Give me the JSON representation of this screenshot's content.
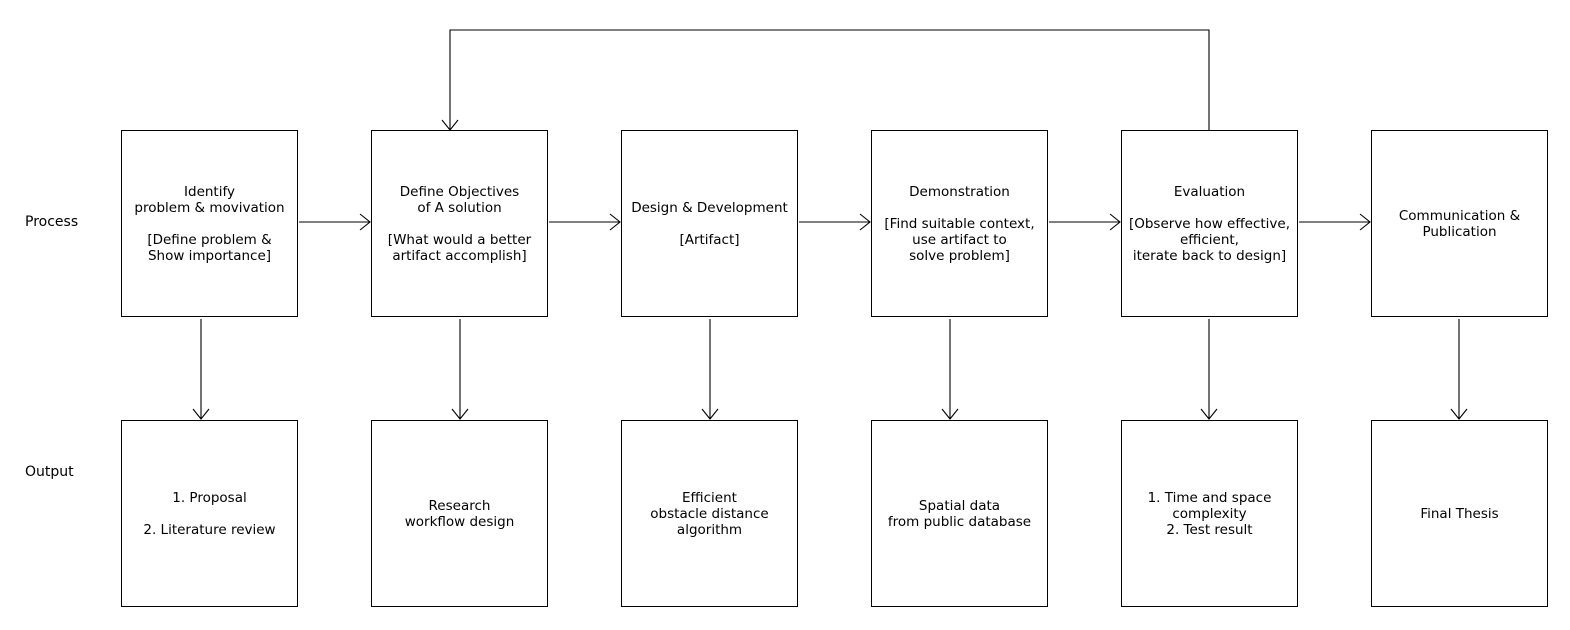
{
  "row_labels": {
    "process": "Process",
    "output": "Output"
  },
  "process_steps": [
    {
      "text": "Identify\nproblem & movivation\n\n[Define problem &\nShow importance]"
    },
    {
      "text": "Define Objectives\nof A solution\n\n[What would a better\nartifact accomplish]"
    },
    {
      "text": "Design & Development\n\n[Artifact]"
    },
    {
      "text": "Demonstration\n\n[Find suitable context,\nuse artifact to\nsolve problem]"
    },
    {
      "text": "Evaluation\n\n[Observe how effective,\nefficient,\niterate back to design]"
    },
    {
      "text": "Communication &\nPublication"
    }
  ],
  "outputs": [
    {
      "text": "1. Proposal\n\n2. Literature review"
    },
    {
      "text": "Research\nworkflow design"
    },
    {
      "text": "Efficient\nobstacle distance\nalgorithm"
    },
    {
      "text": "Spatial data\nfrom public database"
    },
    {
      "text": "1. Time and space\ncomplexity\n2. Test result"
    },
    {
      "text": "Final Thesis"
    }
  ],
  "colors": {
    "line": "#000000",
    "background": "#ffffff"
  }
}
